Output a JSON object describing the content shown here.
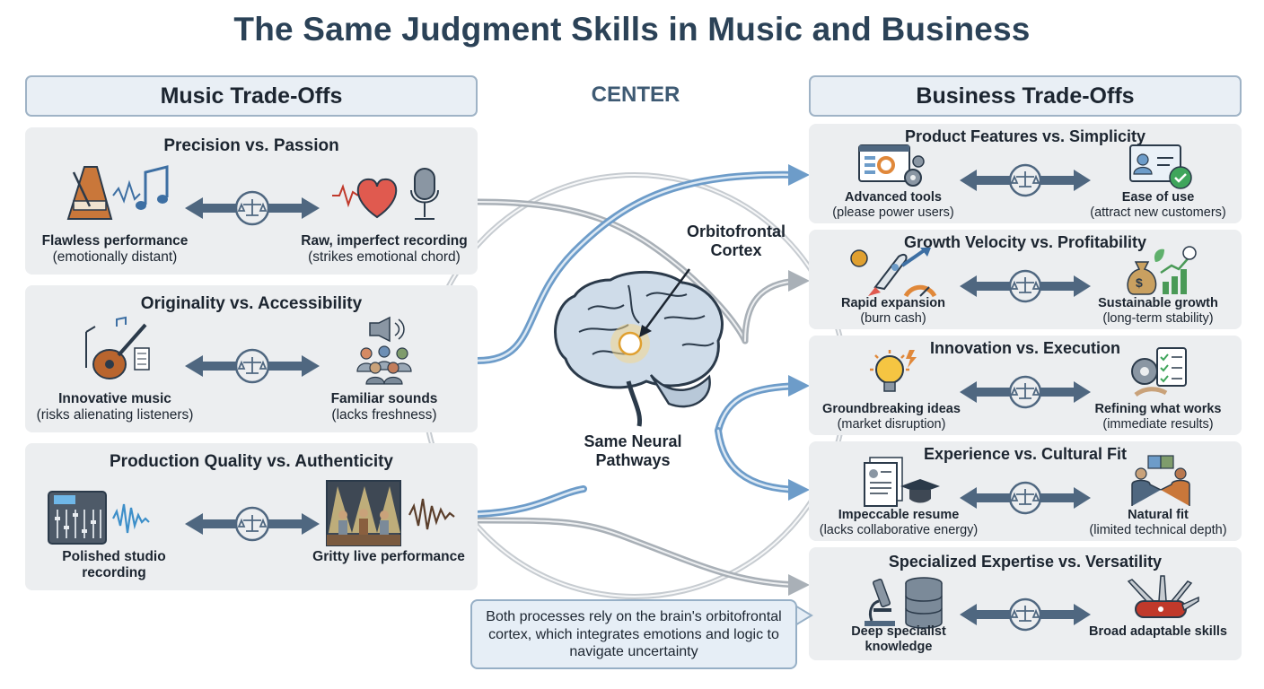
{
  "title": "The Same Judgment Skills in Music and Business",
  "headers": {
    "music": "Music Trade-Offs",
    "center": "CENTER",
    "business": "Business Trade-Offs"
  },
  "center": {
    "brain_region": "Orbitofrontal Cortex",
    "pathways": "Same Neural Pathways",
    "callout": "Both processes rely on the brain's orbitofrontal cortex, which integrates emotions and logic to navigate uncertainty"
  },
  "music": [
    {
      "title": "Precision vs. Passion",
      "left": {
        "main": "Flawless performance",
        "sub": "(emotionally distant)",
        "icon": "metronome-music-note-icon"
      },
      "right": {
        "main": "Raw, imperfect recording",
        "sub": "(strikes emotional chord)",
        "icon": "heart-microphone-icon"
      }
    },
    {
      "title": "Originality vs. Accessibility",
      "left": {
        "main": "Innovative music",
        "sub": "(risks alienating listeners)",
        "icon": "guitar-instruments-icon"
      },
      "right": {
        "main": "Familiar sounds",
        "sub": "(lacks freshness)",
        "icon": "audience-speaker-icon"
      }
    },
    {
      "title": "Production Quality vs. Authenticity",
      "left": {
        "main": "Polished studio recording",
        "sub": "",
        "icon": "mixing-console-waveform-icon"
      },
      "right": {
        "main": "Gritty live performance",
        "sub": "",
        "icon": "live-band-stage-icon"
      }
    }
  ],
  "business": [
    {
      "title": "Product Features vs. Simplicity",
      "left": {
        "main": "Advanced tools",
        "sub": "(please power users)",
        "icon": "dashboard-gears-icon"
      },
      "right": {
        "main": "Ease of use",
        "sub": "(attract new customers)",
        "icon": "user-profile-check-icon"
      }
    },
    {
      "title": "Growth Velocity vs. Profitability",
      "left": {
        "main": "Rapid expansion",
        "sub": "(burn cash)",
        "icon": "rocket-speedometer-icon"
      },
      "right": {
        "main": "Sustainable growth",
        "sub": "(long-term stability)",
        "icon": "money-bag-growth-chart-icon"
      }
    },
    {
      "title": "Innovation vs. Execution",
      "left": {
        "main": "Groundbreaking ideas",
        "sub": "(market disruption)",
        "icon": "lightbulb-icon"
      },
      "right": {
        "main": "Refining what works",
        "sub": "(immediate results)",
        "icon": "gear-checklist-icon"
      }
    },
    {
      "title": "Experience vs. Cultural Fit",
      "left": {
        "main": "Impeccable resume",
        "sub": "(lacks collaborative energy)",
        "icon": "resume-graduation-cap-icon"
      },
      "right": {
        "main": "Natural fit",
        "sub": "(limited technical depth)",
        "icon": "handshake-puzzle-icon"
      }
    },
    {
      "title": "Specialized Expertise vs. Versatility",
      "left": {
        "main": "Deep specialist knowledge",
        "sub": "",
        "icon": "microscope-database-icon"
      },
      "right": {
        "main": "Broad adaptable skills",
        "sub": "",
        "icon": "swiss-army-knife-icon"
      }
    }
  ],
  "colors": {
    "title": "#2b4257",
    "arrow": "#4f6780",
    "flow_blue": "#6d9cc9",
    "flow_gray": "#a9b0b7",
    "panel": "#eceef0",
    "header_fill": "#e9eff5"
  }
}
